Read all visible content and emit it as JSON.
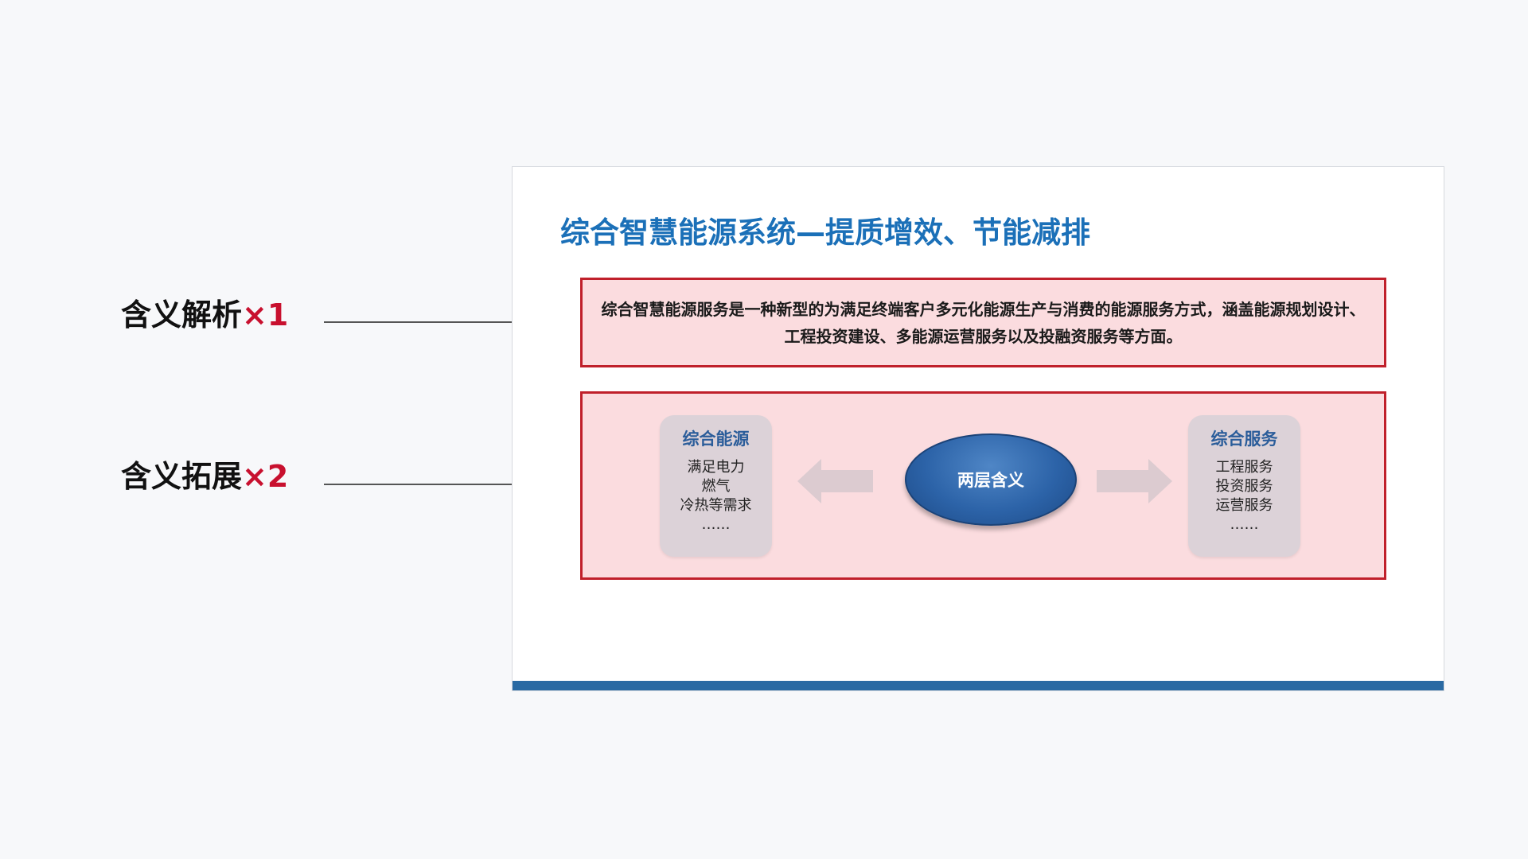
{
  "callouts": [
    {
      "label": "含义解析",
      "multiplier": "×1"
    },
    {
      "label": "含义拓展",
      "multiplier": "×2"
    }
  ],
  "slide": {
    "title": "综合智慧能源系统—提质增效、节能减排",
    "definition": "综合智慧能源服务是一种新型的为满足终端客户多元化能源生产与消费的能源服务方式，涵盖能源规划设计、工程投资建设、多能源运营服务以及投融资服务等方面。",
    "center": "两层含义",
    "left_card": {
      "title": "综合能源",
      "items": [
        "满足电力",
        "燃气",
        "冷热等需求",
        "……"
      ]
    },
    "right_card": {
      "title": "综合服务",
      "items": [
        "工程服务",
        "投资服务",
        "运营服务",
        "……"
      ]
    }
  },
  "colors": {
    "title_blue": "#1b70b8",
    "accent_red": "#c8102e",
    "box_fill": "#fbdcdf",
    "bar_blue": "#2a6aa3"
  }
}
